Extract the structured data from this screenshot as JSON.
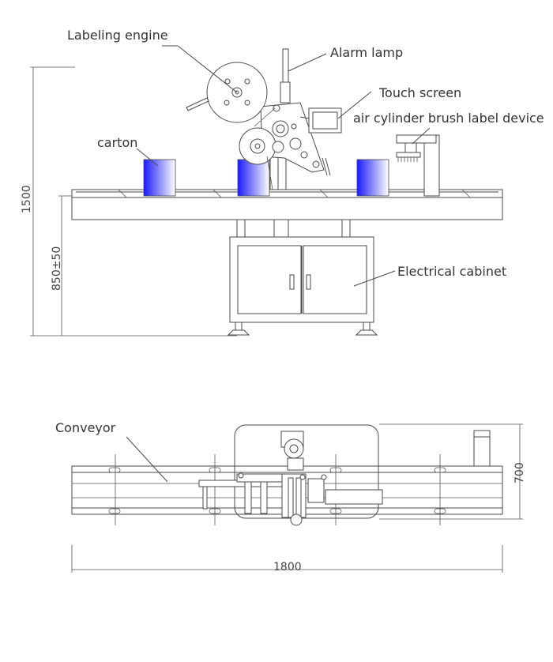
{
  "labels": {
    "labeling_engine": "Labeling engine",
    "alarm_lamp": "Alarm lamp",
    "touch_screen": "Touch screen",
    "air_cylinder": "air cylinder brush label device",
    "carton": "carton",
    "electrical_cabinet": "Electrical cabinet",
    "conveyor": "Conveyor"
  },
  "dimensions": {
    "total_height": "1500",
    "table_height": "850±50",
    "width": "700",
    "length": "1800"
  },
  "colors": {
    "line": "#4a4a4a",
    "carton_dark": "#1a1aff",
    "carton_light": "#ffffff"
  }
}
